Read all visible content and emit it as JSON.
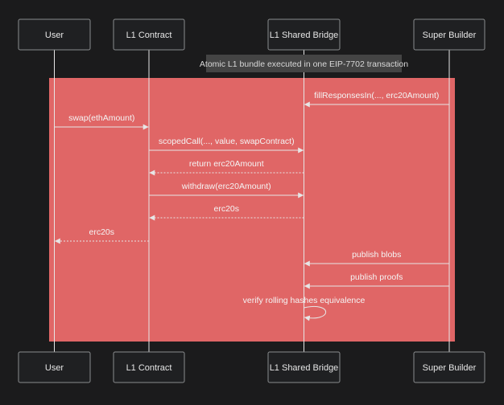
{
  "diagram": {
    "participants": [
      {
        "id": "user",
        "label": "User"
      },
      {
        "id": "l1c",
        "label": "L1 Contract"
      },
      {
        "id": "bridge",
        "label": "L1 Shared Bridge"
      },
      {
        "id": "builder",
        "label": "Super Builder"
      }
    ],
    "note": {
      "text": "Atomic L1 bundle executed in one EIP-7702 transaction"
    },
    "rect_color": "#e06666",
    "line_color": "#e6e6e6",
    "box_fill": "#1f2022",
    "box_stroke": "#8a8c8e",
    "note_fill": "#444444",
    "messages": [
      {
        "from": "builder",
        "to": "bridge",
        "label": "fillResponsesIn(..., erc20Amount)",
        "style": "solid"
      },
      {
        "from": "user",
        "to": "l1c",
        "label": "swap(ethAmount)",
        "style": "solid"
      },
      {
        "from": "l1c",
        "to": "bridge",
        "label": "scopedCall(..., value, swapContract)",
        "style": "solid"
      },
      {
        "from": "bridge",
        "to": "l1c",
        "label": "return erc20Amount",
        "style": "dotted"
      },
      {
        "from": "l1c",
        "to": "bridge",
        "label": "withdraw(erc20Amount)",
        "style": "solid"
      },
      {
        "from": "bridge",
        "to": "l1c",
        "label": "erc20s",
        "style": "dotted"
      },
      {
        "from": "l1c",
        "to": "user",
        "label": "erc20s",
        "style": "dotted"
      },
      {
        "from": "builder",
        "to": "bridge",
        "label": "publish blobs",
        "style": "solid"
      },
      {
        "from": "builder",
        "to": "bridge",
        "label": "publish proofs",
        "style": "solid"
      },
      {
        "from": "bridge",
        "to": "bridge",
        "label": "verify rolling hashes equivalence",
        "style": "self"
      }
    ]
  }
}
